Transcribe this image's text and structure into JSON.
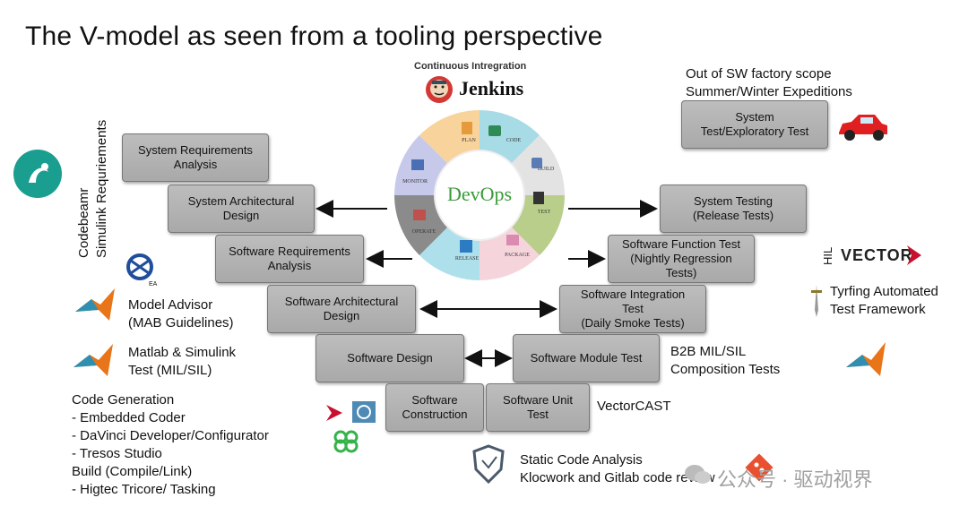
{
  "title": "The V-model as seen from a tooling perspective",
  "ci": {
    "label": "Continuous Intregration",
    "tool": "Jenkins"
  },
  "devops": {
    "center": "DevOps",
    "segments": [
      "PLAN",
      "CODE",
      "BUILD",
      "TEST",
      "PACKAGE",
      "RELEASE",
      "OPERATE",
      "MONITOR"
    ]
  },
  "left_boxes": [
    "System Requirements\nAnalysis",
    "System Architectural\nDesign",
    "Software Requirements\nAnalysis",
    "Software Architectural\nDesign",
    "Software Design",
    "Software\nConstruction"
  ],
  "right_boxes": [
    "System\nTest/Exploratory Test",
    "System Testing\n(Release Tests)",
    "Software Function Test\n(Nightly Regression\nTests)",
    "Software Integration\nTest\n(Daily Smoke Tests)",
    "Software Module Test",
    "Software Unit\nTest"
  ],
  "vertical_label": "Codebeamr\nSimulink Requriements",
  "ea_label": "EA",
  "left_notes": {
    "model_advisor": "Model Advisor\n(MAB Guidelines)",
    "matlab": "Matlab & Simulink\nTest (MIL/SIL)",
    "codegen": "Code Generation\n-     Embedded Coder\n-     DaVinci Developer/Configurator\n-     Tresos Studio\nBuild (Compile/Link)\n- Higtec Tricore/ Tasking"
  },
  "right_notes": {
    "out_of_scope": "Out of SW factory scope\nSummer/Winter Expeditions",
    "hil": "HIL",
    "vector": "VECTOR",
    "tyrfing": "Tyrfing Automated\nTest Framework",
    "b2b": "B2B MIL/SIL\nComposition Tests",
    "vectorcast": "VectorCAST",
    "static": "Static Code Analysis\nKlocwork and Gitlab code review"
  },
  "watermark": "公众号 · 驱动视界",
  "colors": {
    "box": "#b3b3b3",
    "vector_red": "#c8102e",
    "codebeamer": "#1a9e8f"
  }
}
